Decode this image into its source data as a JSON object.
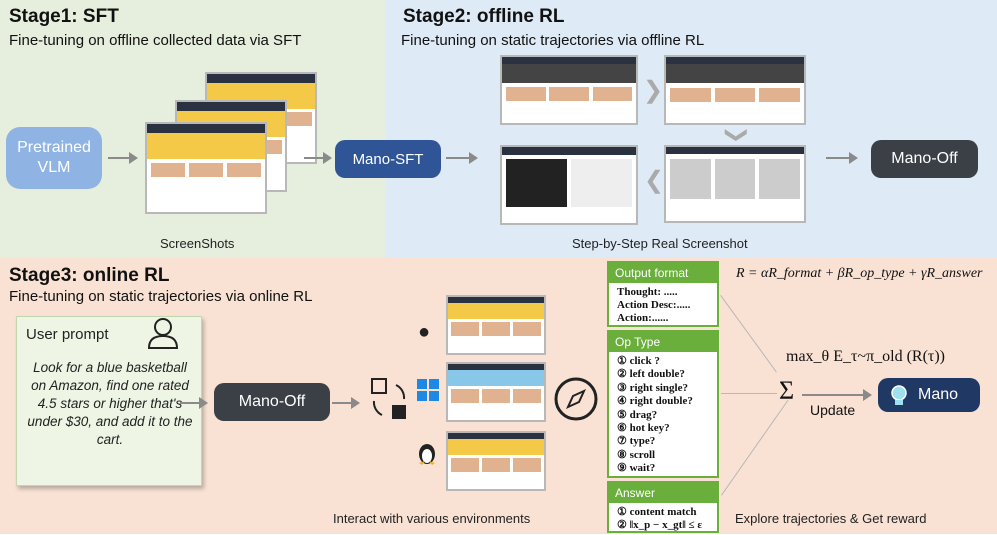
{
  "stage1": {
    "title": "Stage1: SFT",
    "subtitle": "Fine-tuning on offline collected data via SFT",
    "caption": "ScreenShots",
    "vlm_label": "Pretrained VLM",
    "model_label": "Mano-SFT"
  },
  "stage2": {
    "title": "Stage2: offline RL",
    "subtitle": "Fine-tuning on static trajectories via offline RL",
    "caption": "Step-by-Step Real Screenshot",
    "model_label": "Mano-Off"
  },
  "stage3": {
    "title": "Stage3: online RL",
    "subtitle": "Fine-tuning on static trajectories via online RL",
    "user_prompt_label": "User prompt",
    "prompt_text": "Look for a blue basketball on Amazon, find one rated 4.5 stars or higher that's under $30, and add it to the cart.",
    "model_label": "Mano-Off",
    "env_caption": "Interact with various environments",
    "explore_caption": "Explore trajectories & Get reward",
    "reward_formula": "R = αR_format + βR_op_type + γR_answer",
    "objective": "max_θ E_τ~π_old (R(τ))",
    "update_label": "Update",
    "final_label": "Mano",
    "sum_symbol": "Σ"
  },
  "output_format": {
    "header": "Output format",
    "lines": [
      "Thought: .....",
      "Action Desc:.....",
      "Action:......"
    ]
  },
  "op_type": {
    "header": "Op Type",
    "items": [
      "① click ?",
      "② left double?",
      "③ right single?",
      "④ right double?",
      "⑤ drag?",
      "⑥ hot key?",
      "⑦ type?",
      "⑧ scroll",
      "⑨ wait?"
    ]
  },
  "answer": {
    "header": "Answer",
    "items": [
      "① content match",
      "② ‖x_p − x_gt‖ ≤ ε"
    ]
  },
  "colors": {
    "stage1_bg": "#e6eedd",
    "stage2_bg": "#deeaf6",
    "stage3_bg": "#f9e2d4",
    "mano_sft": "#2f5597",
    "mano_off": "#3b3f46",
    "vlm": "#8fb4e3",
    "panel_green": "#6aaf3c",
    "mano_final": "#1f3864"
  },
  "icons": [
    "user-icon",
    "apple-icon",
    "windows-icon",
    "linux-icon",
    "compass-icon",
    "cycle-icon",
    "bulb-icon"
  ]
}
